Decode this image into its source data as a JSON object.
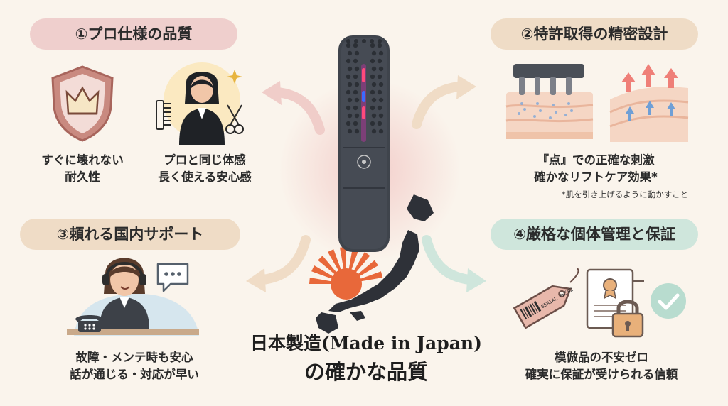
{
  "features": [
    {
      "heading": "①プロ仕様の品質",
      "captions": [
        [
          "すぐに壊れない",
          "耐久性"
        ],
        [
          "プロと同じ体感",
          "長く使える安心感"
        ]
      ],
      "icons": [
        "shield-crown-icon",
        "hairstylist-icon"
      ]
    },
    {
      "heading": "②特許取得の精密設計",
      "captions": [
        [
          "『点』での正確な刺激",
          "確かなリフトケア効果*"
        ]
      ],
      "note": "*肌を引き上げるように動かすこと",
      "icons": [
        "skin-stimulation-icon",
        "skin-lift-icon"
      ]
    },
    {
      "heading": "③頼れる国内サポート",
      "captions": [
        [
          "故障・メンテ時も安心",
          "話が通じる・対応が早い"
        ]
      ],
      "icons": [
        "support-operator-icon",
        "speech-bubble-icon",
        "telephone-icon"
      ]
    },
    {
      "heading": "④厳格な個体管理と保証",
      "captions": [
        [
          "模倣品の不安ゼロ",
          "確実に保証が受けられる信頼"
        ]
      ],
      "icons": [
        "serial-tag-icon",
        "certificate-lock-icon",
        "check-icon"
      ]
    }
  ],
  "serial_tag_text": "SERIAL 8H582",
  "center": {
    "title_line1": "日本製造(Made in Japan)",
    "title_line2": "の確かな品質",
    "icons": [
      "scalp-brush-device-icon",
      "rising-sun-icon",
      "japan-map-icon"
    ]
  },
  "colors": {
    "background": "#faf4ec",
    "pill_1": "#efcfcd",
    "pill_2": "#efdcc6",
    "pill_3": "#efdcc6",
    "pill_4": "#cfe6dc",
    "device": "#3f444c",
    "sun": "#e8683a"
  }
}
